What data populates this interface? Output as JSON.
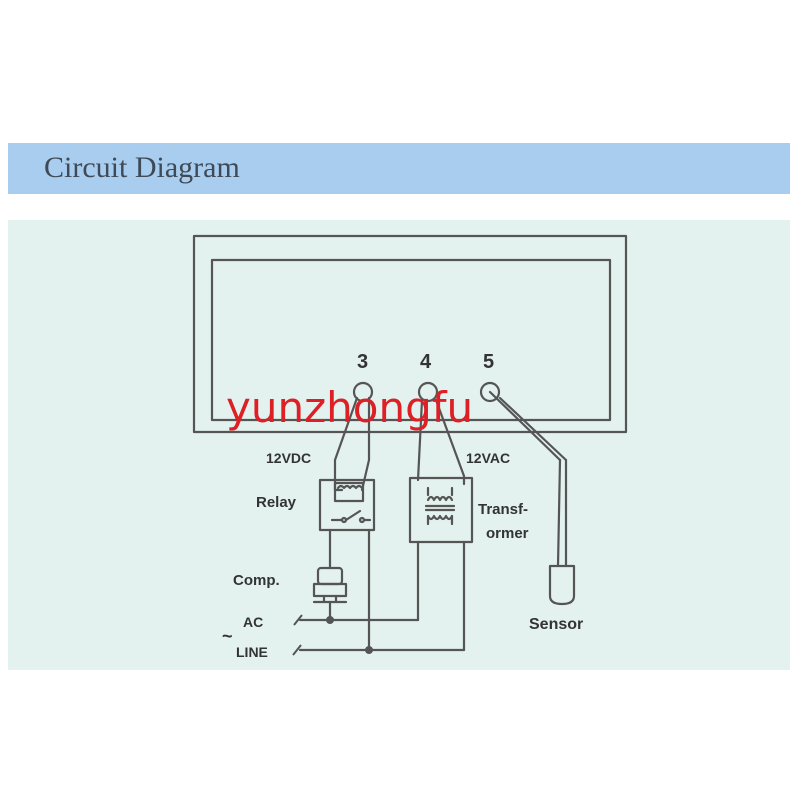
{
  "header": {
    "title": "Circuit Diagram"
  },
  "diagram": {
    "terminals": [
      "3",
      "4",
      "5"
    ],
    "labels": {
      "vdc": "12VDC",
      "vac": "12VAC",
      "relay": "Relay",
      "transformer_line1": "Transf-",
      "transformer_line2": "ormer",
      "comp": "Comp.",
      "ac": "AC",
      "line": "LINE",
      "tilde": "~",
      "sensor": "Sensor"
    }
  },
  "watermark": {
    "text": "yunzhongfu"
  },
  "colors": {
    "header_bg": "#a9cdee",
    "panel_bg": "#e3f2ee",
    "line": "#555555",
    "watermark": "#dd1f26"
  }
}
